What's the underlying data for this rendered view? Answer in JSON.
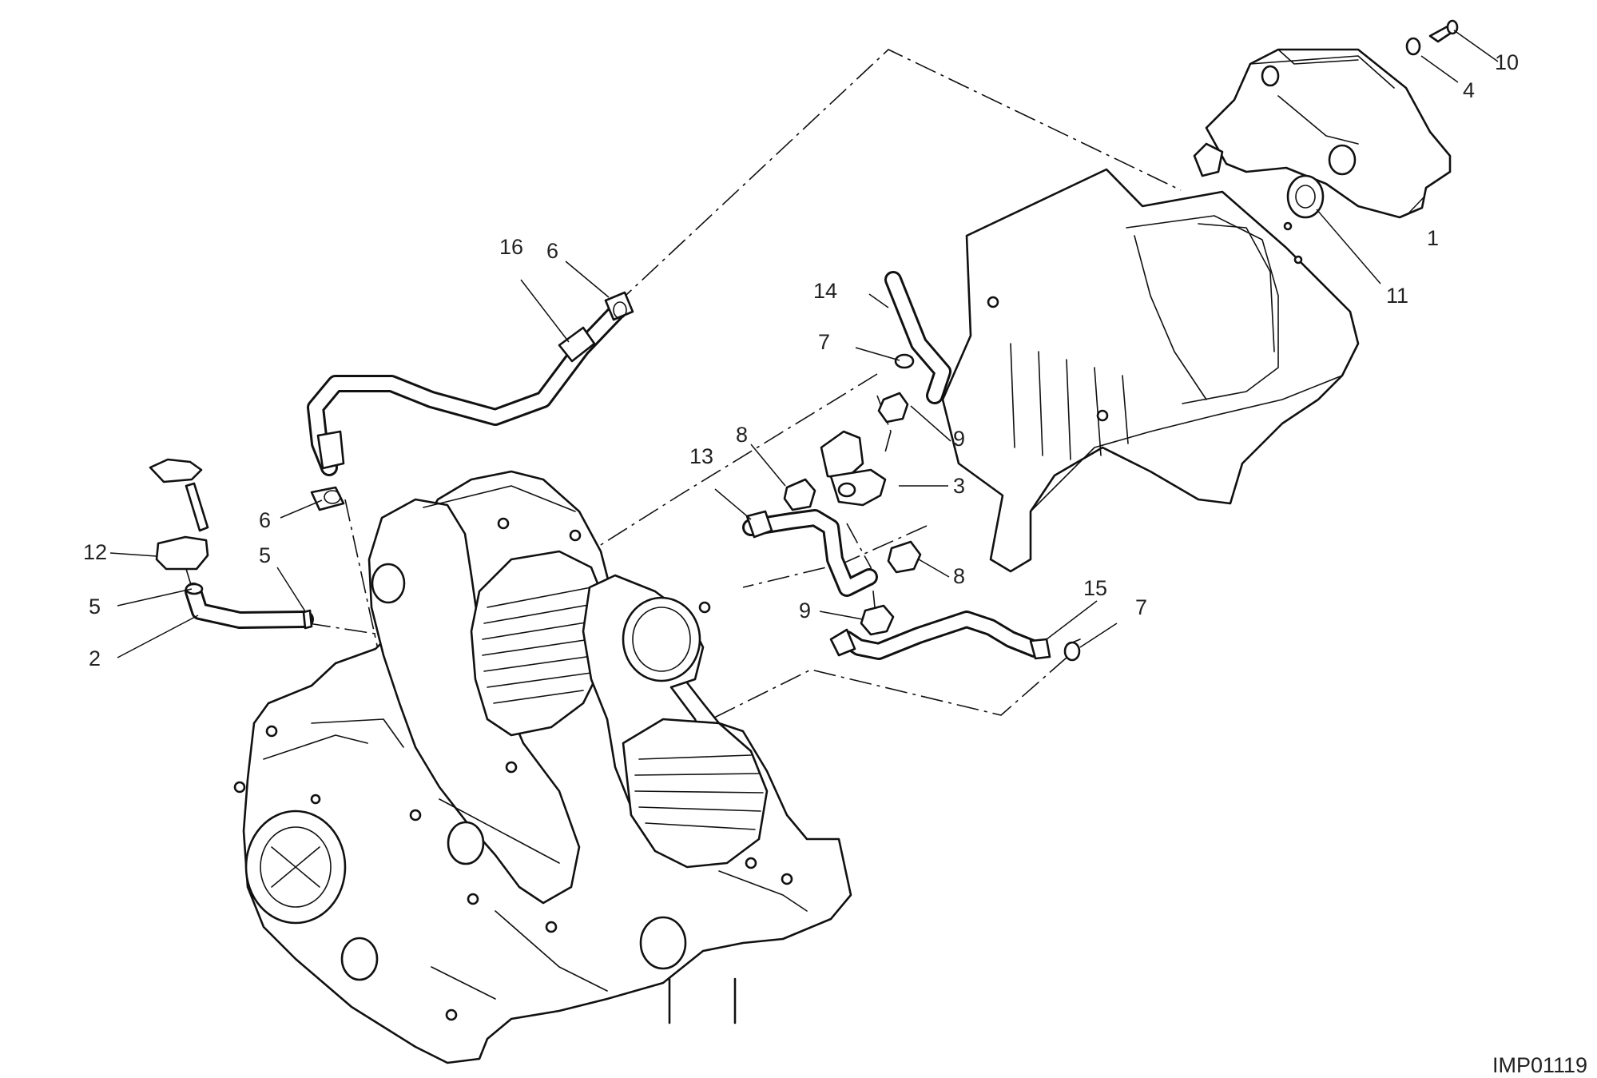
{
  "diagram": {
    "reference_code": "IMP01119",
    "part_numbers": [
      "1",
      "2",
      "3",
      "4",
      "5",
      "6",
      "7",
      "8",
      "9",
      "10",
      "11",
      "12",
      "13",
      "14",
      "15",
      "16"
    ]
  },
  "callouts": {
    "c1": "1",
    "c2": "2",
    "c3": "3",
    "c4": "4",
    "c5a": "5",
    "c5b": "5",
    "c6a": "6",
    "c6b": "6",
    "c7a": "7",
    "c7b": "7",
    "c8a": "8",
    "c8b": "8",
    "c9a": "9",
    "c9b": "9",
    "c10": "10",
    "c11": "11",
    "c12": "12",
    "c13": "13",
    "c14": "14",
    "c15": "15",
    "c16": "16"
  }
}
